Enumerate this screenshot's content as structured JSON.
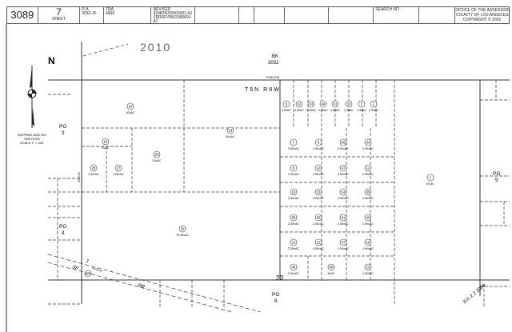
{
  "header": {
    "map_book": "3089",
    "sheet_number": "7",
    "sheet_label": "SHEET",
    "pa_label": "P. A.",
    "pa_value": "3032-15",
    "tra_label": "TRA",
    "tra_value": "4666",
    "revised_label": "REVISED",
    "revised_line1": "920825020000001 A1",
    "revised_line2": "ZR0997/9902080001-A7",
    "search_label": "SEARCH NO",
    "office_line1": "OFFICE OF THE ASSESSOR",
    "office_line2": "COUNTY OF LOS ANGELES",
    "office_line3": "COPYRIGHT © 2002"
  },
  "legend": {
    "north": "N",
    "line1": "MAPPING AND GIS",
    "line2": "SERVICES",
    "line3": "SCALE 1\" = 400'"
  },
  "labels": {
    "year": "2010",
    "bk": "BK",
    "bk_number": "3032",
    "chains": "79.58 CHS",
    "township": "T5N R8W",
    "pg3": "PG",
    "pg3_n": "3",
    "pg4": "PG",
    "pg4_n": "4",
    "pg8": "PG",
    "pg8_n": "8",
    "pg9": "PG",
    "pg9_n": "9",
    "section": "23",
    "sp": "SP",
    "rr": "RR",
    "row_note": "2",
    "rail_area": "8.53±AC",
    "side_dim": "2640.00",
    "stamp": "JUL 2 2 2009"
  },
  "parcels": [
    {
      "id": "6",
      "area": "2.50AC"
    },
    {
      "id": "42",
      "area": "2.50AC"
    },
    {
      "id": "43",
      "area": "2.50AC"
    },
    {
      "id": "44",
      "area": "2.50AC"
    },
    {
      "id": "31",
      "area": "2.50AC"
    },
    {
      "id": "32",
      "area": "2.50AC"
    },
    {
      "id": "3",
      "area": "2.50AC"
    },
    {
      "id": "2",
      "area": "2.50AC"
    },
    {
      "id": "7",
      "area": "2.50±AC"
    },
    {
      "id": "8",
      "area": "2.50±AC"
    },
    {
      "id": "46",
      "area": "2.50±AC"
    },
    {
      "id": "34",
      "area": "2.50±AC"
    },
    {
      "id": "9",
      "area": "2.50±AC"
    },
    {
      "id": "10",
      "area": "2.50±AC"
    },
    {
      "id": "47",
      "area": "2.50±AC"
    },
    {
      "id": "12",
      "area": "2.50±AC"
    },
    {
      "id": "16",
      "area": "2.50±AC"
    },
    {
      "id": "15",
      "area": "2.50±AC"
    },
    {
      "id": "14",
      "area": "2.50±AC"
    },
    {
      "id": "39",
      "area": "2.50±AC"
    },
    {
      "id": "35",
      "area": "2.50±AC"
    },
    {
      "id": "36",
      "area": "2.50±AC"
    },
    {
      "id": "41",
      "area": "2.50±AC"
    },
    {
      "id": "40",
      "area": "2.50±AC"
    },
    {
      "id": "22",
      "area": "2.50±AC"
    },
    {
      "id": "21",
      "area": "2.50±AC"
    },
    {
      "id": "37",
      "area": "2.50±AC"
    },
    {
      "id": "18",
      "area": "2.50±AC"
    },
    {
      "id": "45",
      "area": "2.50±AC"
    },
    {
      "id": "49",
      "area": "5±AC"
    },
    {
      "id": "19",
      "area": "2.50±AC"
    },
    {
      "id": "24",
      "area": "20±AC"
    },
    {
      "id": "26",
      "area": "5±AC"
    },
    {
      "id": "25",
      "area": "10±AC"
    },
    {
      "id": "28",
      "area": "2.50±AC"
    },
    {
      "id": "27",
      "area": "2.50±AC"
    },
    {
      "id": "23",
      "area": "40±AC"
    },
    {
      "id": "29",
      "area": "78.39±AC"
    },
    {
      "id": "1",
      "area": "60 AC"
    },
    {
      "id": "900",
      "area": ""
    }
  ]
}
